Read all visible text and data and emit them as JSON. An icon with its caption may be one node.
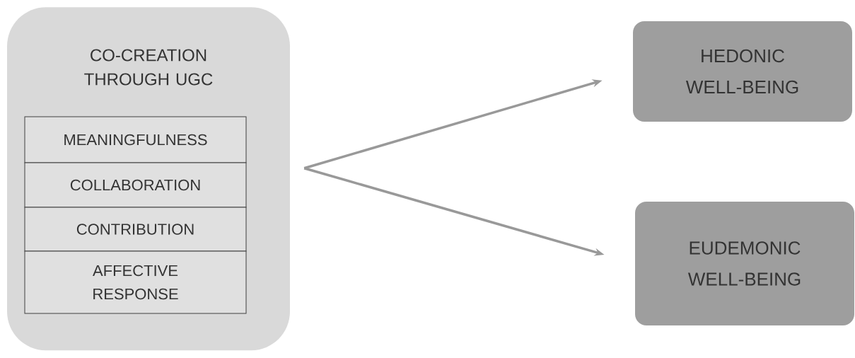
{
  "diagram": {
    "nodes": [
      {
        "text": [
          "CO-CREATION THROUGH UGC"
        ]
      },
      {
        "text": [
          "MEANINGFULNESS"
        ],
        "in": 0
      },
      {
        "text": [
          "COLLABORATION"
        ],
        "in": 0
      },
      {
        "text": [
          "CONTRIBUTION"
        ],
        "in": 0
      },
      {
        "text": [
          "AFFECTIVE RESPONSE"
        ],
        "in": 0
      },
      {
        "text": [
          "HEDONIC WELL-BEING"
        ]
      },
      {
        "text": [
          "EUDEMONIC WELL-BEING"
        ]
      }
    ],
    "edges": [
      {
        "from": 0,
        "to": 5,
        "arrow": "to"
      },
      {
        "from": 0,
        "to": 6,
        "arrow": "to"
      }
    ]
  }
}
